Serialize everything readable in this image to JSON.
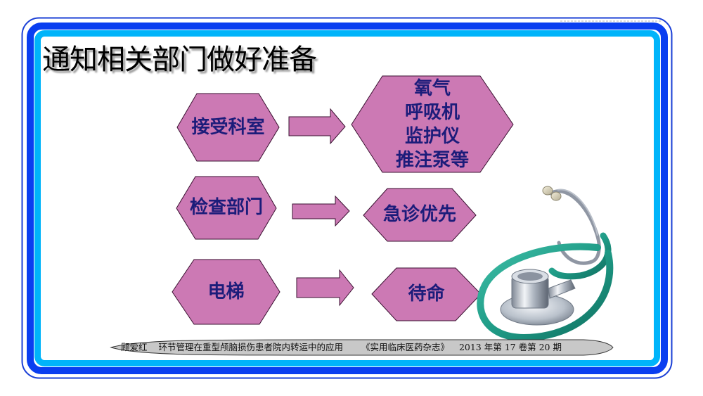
{
  "slide": {
    "title": "通知相关部门做好准备",
    "colors": {
      "frame_outer_line": "#1a3fd6",
      "frame_dark_band": "#0a3ef0",
      "frame_light_band": "#00b4fa",
      "hexagon_fill": "#cc79b4",
      "hexagon_stroke": "#3a1030",
      "arrow_fill": "#cc79b4",
      "label_text": "#1c1c7a",
      "footer_fill": "#c8c8c8"
    },
    "flow_rows": [
      {
        "source": {
          "label": "接受科室"
        },
        "target": {
          "lines": [
            "氧气",
            "呼吸机",
            "监护仪",
            "推注泵等"
          ]
        }
      },
      {
        "source": {
          "label": "检查部门"
        },
        "target": {
          "lines": [
            "急诊优先"
          ]
        }
      },
      {
        "source": {
          "label": "电梯"
        },
        "target": {
          "lines": [
            "待命"
          ]
        }
      }
    ],
    "decorative_image": "stethoscope-illustration",
    "footer": {
      "author": "顾爱红",
      "article_title": "环节管理在重型颅脑损伤患者院内转运中的应用",
      "journal": "《实用临床医药杂志》",
      "issue": "2013 年第 17 卷第 20 期"
    }
  }
}
